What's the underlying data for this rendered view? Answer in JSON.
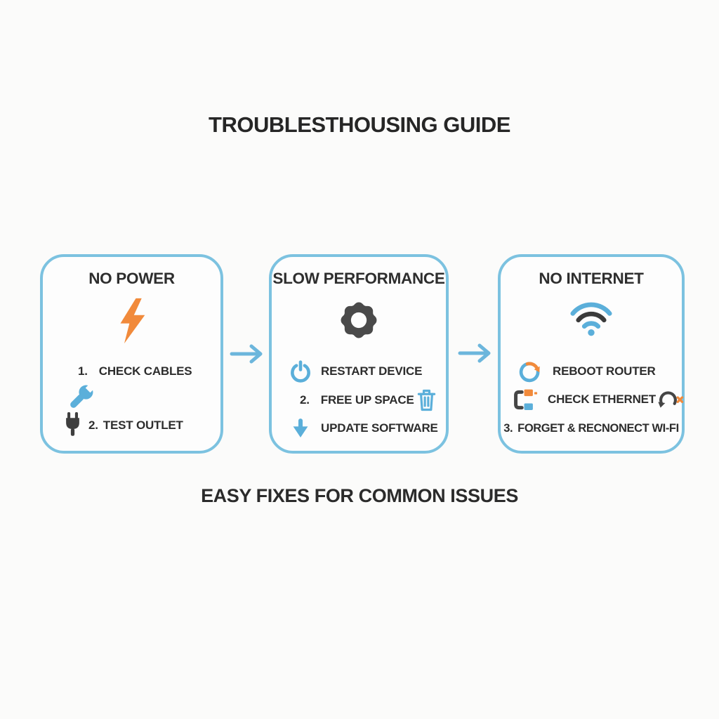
{
  "page": {
    "title": "TROUBLESTHOUSING GUIDE",
    "caption": "EASY FIXES FOR COMMON ISSUES"
  },
  "colors": {
    "accent_blue": "#5BAFDA",
    "card_border_blue": "#7CC2E0",
    "accent_orange": "#F18A3B",
    "icon_dark_gray": "#454545",
    "text_dark": "#2A2A2A",
    "background": "#FBFBFA"
  },
  "connectors": [
    {
      "icon": "right-arrow-icon"
    },
    {
      "icon": "right-arrow-icon"
    }
  ],
  "cards": [
    {
      "title": "NO POWER",
      "main_icon": "lightning-bolt-icon",
      "rows": [
        {
          "num": "1.",
          "text": "CHECK CABLES",
          "icon": ""
        },
        {
          "num": "",
          "text": "",
          "icon": "wrench-icon"
        },
        {
          "num": "2.",
          "text": "TEST OUTLET",
          "icon": "plug-icon"
        }
      ]
    },
    {
      "title": "SLOW PERFORMANCE",
      "main_icon": "gear-icon",
      "rows": [
        {
          "num": "",
          "text": "RESTART DEVICE",
          "icon": "power-icon"
        },
        {
          "num": "2.",
          "text": "FREE UP SPACE",
          "icon": "trash-icon"
        },
        {
          "num": "",
          "text": "UPDATE SOFTWARE",
          "icon": "download-arrow-icon"
        }
      ]
    },
    {
      "title": "NO INTERNET",
      "main_icon": "wifi-icon",
      "rows": [
        {
          "num": "",
          "text": "REBOOT ROUTER",
          "icon": "refresh-icon"
        },
        {
          "num": "",
          "text": "CHECK ETHERNET",
          "icon": "ethernet-icon",
          "trailing_icon": "sync-error-icon"
        },
        {
          "num": "3.",
          "text": "FORGET & RECNONECT WI-FI",
          "icon": ""
        }
      ]
    }
  ]
}
